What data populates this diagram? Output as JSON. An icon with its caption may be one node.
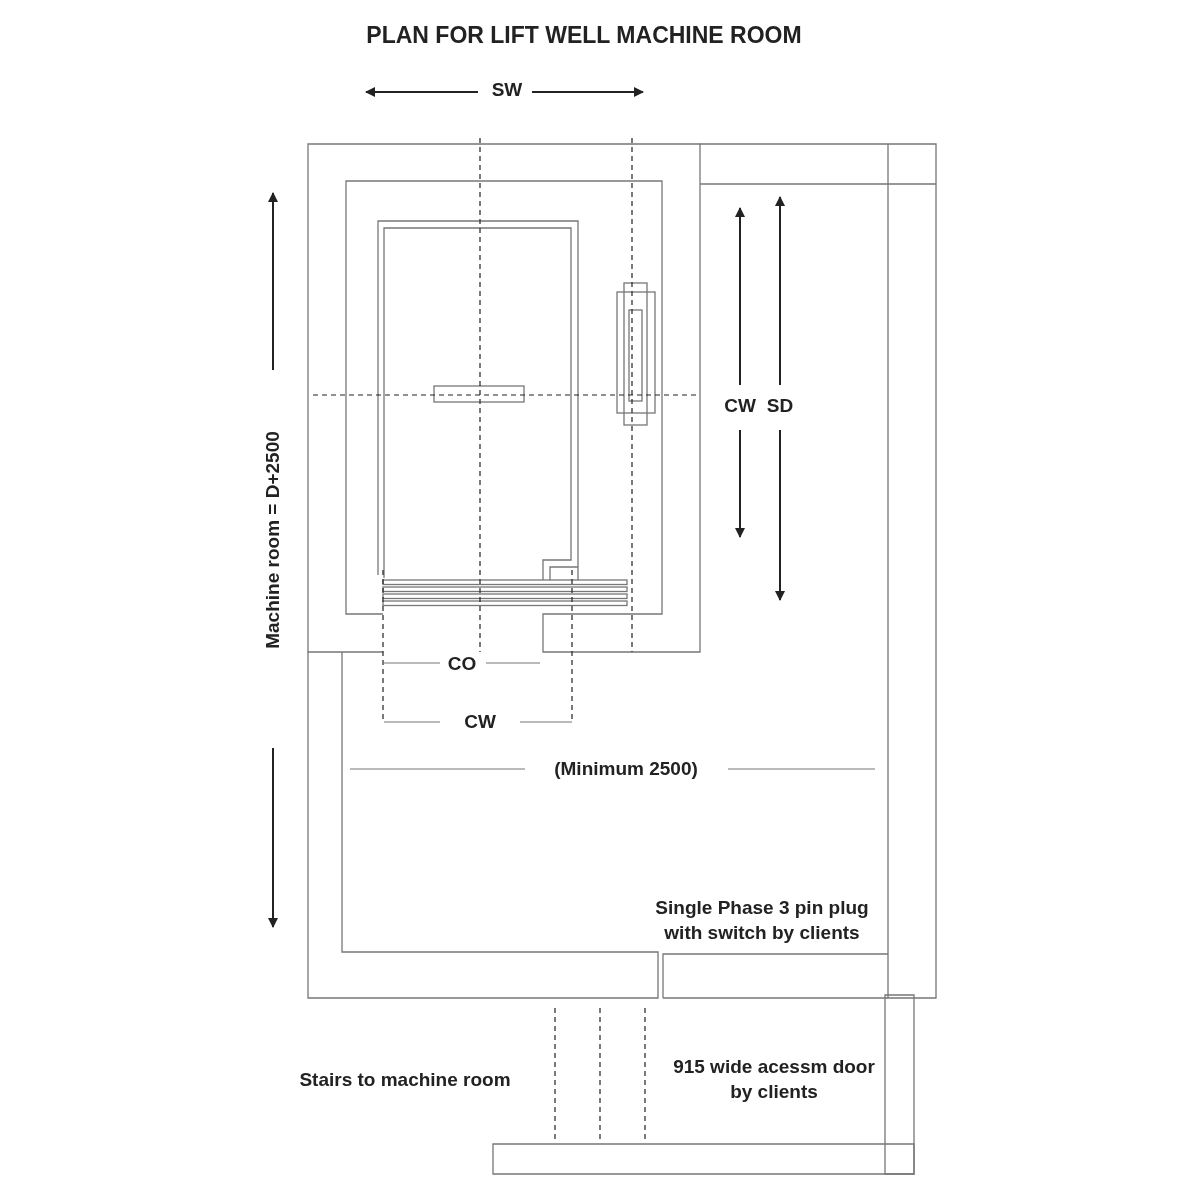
{
  "diagram": {
    "title": "PLAN FOR LIFT WELL MACHINE ROOM",
    "labels": [
      "SW",
      "CW",
      "SD",
      "Machine room = D+2500",
      "CO",
      "CW",
      "(Minimum 2500)",
      "Single Phase 3 pin plug with switch by clients",
      "Stairs to machine room",
      "915 wide acessm door by clients"
    ]
  }
}
